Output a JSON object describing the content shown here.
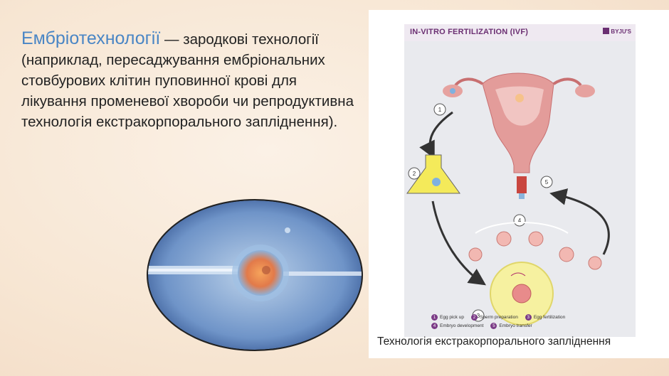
{
  "slide": {
    "term": "Ембріотехнології",
    "definition": " — зародкові технології (наприклад, пересаджування ембріональних стовбурових клітин пуповинної крові для лікування променевої хвороби чи репродуктивна технологія екстракорпорального запліднення).",
    "caption": "Технологія екстракорпорального запліднення"
  },
  "figure": {
    "title": "IN-VITRO FERTILIZATION (IVF)",
    "brand": "BYJU'S",
    "step_numbers": [
      "1",
      "2",
      "3",
      "4",
      "5"
    ],
    "legend": [
      {
        "num": "1",
        "label": "Egg pick up"
      },
      {
        "num": "2",
        "label": "Sperm preparation"
      },
      {
        "num": "3",
        "label": "Egg fertilization"
      },
      {
        "num": "4",
        "label": "Embryo development"
      },
      {
        "num": "5",
        "label": "Embryo transfer"
      }
    ],
    "colors": {
      "accent": "#6b2f72",
      "uterus": "#e39c9a",
      "flask_fill": "#f4ea5a",
      "arrow": "#333333"
    }
  }
}
